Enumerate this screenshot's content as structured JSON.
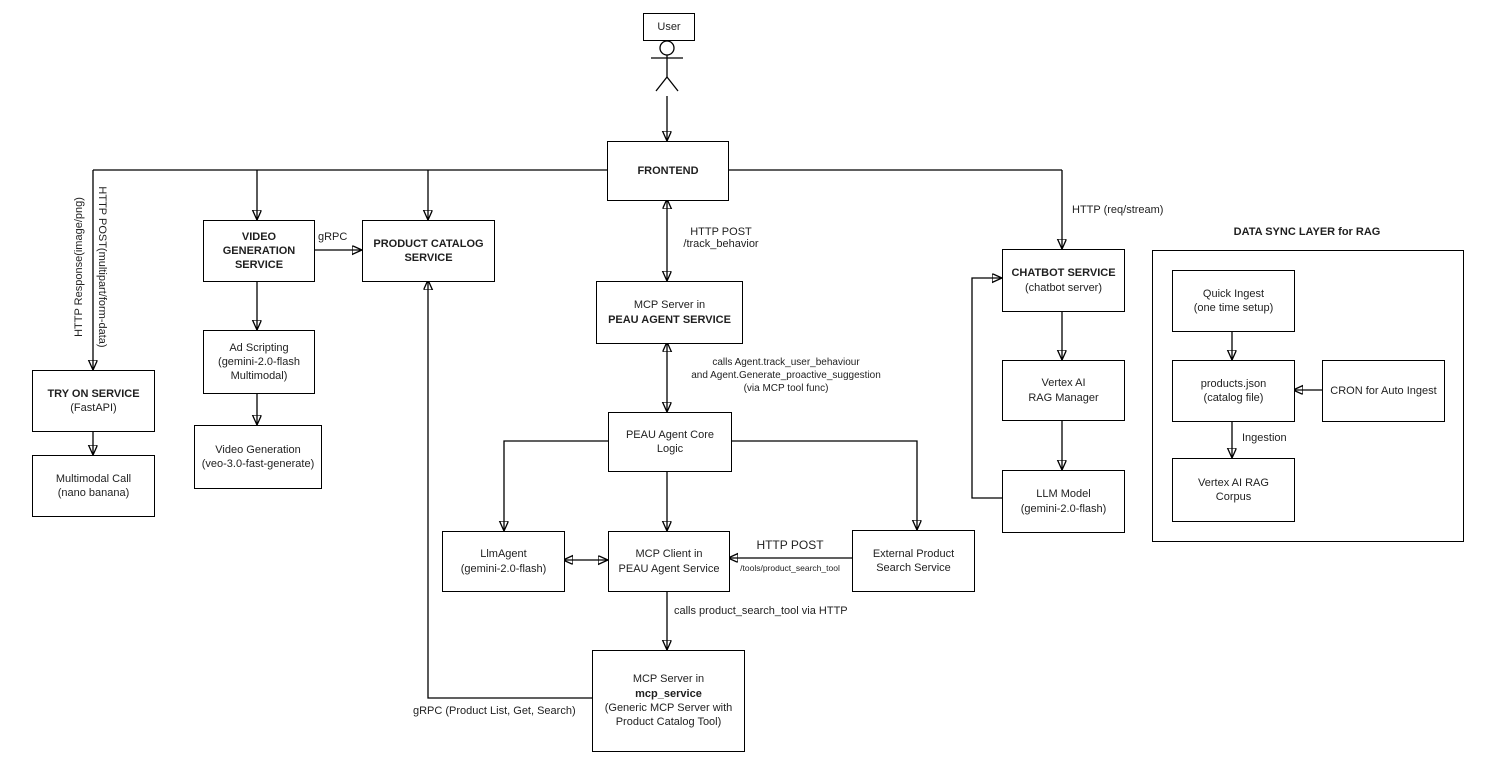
{
  "colors": {
    "background": "#ffffff",
    "line": "#000000",
    "text": "#1f1f1f"
  },
  "nodes": {
    "user": {
      "l1": "User"
    },
    "frontend": {
      "l1": "FRONTEND"
    },
    "video_gen": {
      "l1": "VIDEO",
      "l2": "GENERATION",
      "l3": "SERVICE"
    },
    "product_catalog": {
      "l1": "PRODUCT CATALOG",
      "l2": "SERVICE"
    },
    "ad_scripting": {
      "l1": "Ad Scripting",
      "l2": "(gemini-2.0-flash",
      "l3": "Multimodal)"
    },
    "video_generation": {
      "l1": "Video Generation",
      "l2": "(veo-3.0-fast-generate)"
    },
    "try_on": {
      "l1": "TRY ON SERVICE",
      "l2": "(FastAPI)"
    },
    "multimodal_call": {
      "l1": "Multimodal Call",
      "l2": "(nano banana)"
    },
    "mcp_server_peau": {
      "l1": "MCP Server in",
      "l2": "PEAU AGENT SERVICE"
    },
    "peau_core": {
      "l1": "PEAU Agent Core",
      "l2": "Logic"
    },
    "llm_agent": {
      "l1": "LlmAgent",
      "l2": "(gemini-2.0-flash)"
    },
    "mcp_client": {
      "l1": "MCP Client in",
      "l2": "PEAU Agent Service"
    },
    "external_search": {
      "l1": "External Product",
      "l2": "Search Service"
    },
    "mcp_server_mcp": {
      "l1": "MCP Server in",
      "l2": "mcp_service",
      "l3": "(Generic MCP Server with",
      "l4": "Product Catalog Tool)"
    },
    "chatbot": {
      "l1": "CHATBOT SERVICE",
      "l2": "(chatbot server)"
    },
    "vertex_rag_manager": {
      "l1": "Vertex AI",
      "l2": "RAG Manager"
    },
    "llm_model": {
      "l1": "LLM Model",
      "l2": "(gemini-2.0-flash)"
    },
    "quick_ingest": {
      "l1": "Quick Ingest",
      "l2": "(one time setup)"
    },
    "products_json": {
      "l1": "products.json",
      "l2": "(catalog file)"
    },
    "cron": {
      "l1": "CRON for Auto Ingest"
    },
    "rag_corpus": {
      "l1": "Vertex AI RAG",
      "l2": "Corpus"
    }
  },
  "panel": {
    "title": "DATA SYNC LAYER for RAG"
  },
  "edge_labels": {
    "grpc_top": "gRPC",
    "http_post_track_l1": "HTTP POST",
    "http_post_track_l2": "/track_behavior",
    "calls_agent_l1": "calls Agent.track_user_behaviour",
    "calls_agent_l2": "and Agent.Generate_proactive_suggestion",
    "calls_agent_l3": "(via MCP tool func)",
    "http_post_tools_l1": "HTTP POST",
    "http_post_tools_l2": "/tools/product_search_tool",
    "calls_product_search": "calls product_search_tool via HTTP",
    "grpc_bottom": "gRPC (Product List, Get, Search)",
    "http_req_stream": "HTTP (req/stream)",
    "ingestion": "Ingestion",
    "http_response_rotated": "HTTP Response(image/png)",
    "http_post_rotated": "HTTP POST(multipart/form-data)"
  }
}
